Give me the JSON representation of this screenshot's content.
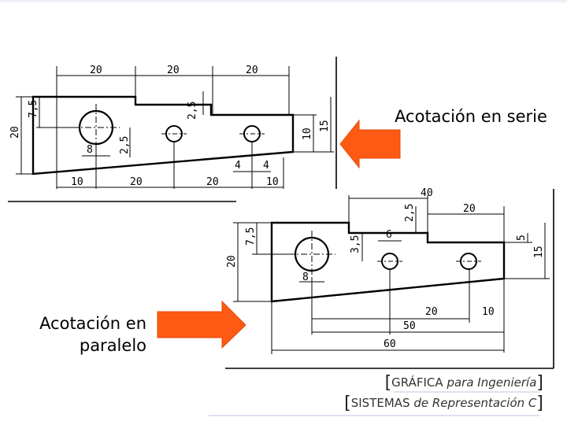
{
  "labels": {
    "serie": "Acotación en serie",
    "paralelo": "Acotación en paralelo"
  },
  "footer": {
    "line1_bold": "GRÁFICA",
    "line1_rest": "para Ingeniería",
    "line2_bold": "SISTEMAS",
    "line2_rest": "de Representación C"
  },
  "drawing_top_dims": {
    "top_chain": [
      "20",
      "20",
      "20"
    ],
    "left_vertical": [
      "7,5",
      "20"
    ],
    "inner_vertical": [
      "2,5",
      "2,5"
    ],
    "right_vertical": [
      "10",
      "15"
    ],
    "small": [
      "8",
      "4",
      "4"
    ],
    "bottom_chain": [
      "10",
      "20",
      "20",
      "10"
    ]
  },
  "drawing_bottom_dims": {
    "top": [
      "40",
      "20"
    ],
    "left_vertical": [
      "7,5",
      "20"
    ],
    "inner_vertical": [
      "2,5",
      "3,5"
    ],
    "small": [
      "6",
      "8"
    ],
    "right_vertical": [
      "5",
      "15"
    ],
    "bottom_parallel": [
      "20",
      "10",
      "50",
      "60"
    ]
  },
  "colors": {
    "arrow": "#ff5a14",
    "arrow_dark": "#e04a08",
    "lines": "#000000"
  },
  "icons": [
    "arrow-left-icon",
    "arrow-right-icon"
  ]
}
